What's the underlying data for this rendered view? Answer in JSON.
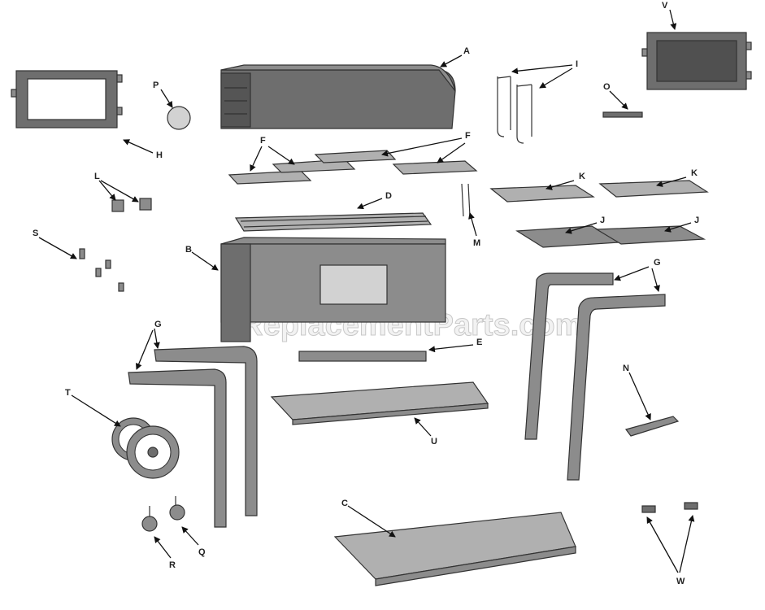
{
  "watermark": "eReplacementParts.com",
  "labels": {
    "A": "A",
    "B": "B",
    "C": "C",
    "D": "D",
    "E": "E",
    "F1": "F",
    "F2": "F",
    "G1": "G",
    "G2": "G",
    "H": "H",
    "I": "I",
    "J1": "J",
    "J2": "J",
    "K1": "K",
    "K2": "K",
    "L": "L",
    "M": "M",
    "N": "N",
    "O": "O",
    "P": "P",
    "Q": "Q",
    "R": "R",
    "S": "S",
    "T": "T",
    "U": "U",
    "V": "V",
    "W": "W"
  },
  "colors": {
    "part_dark": "#6e6e6e",
    "part_mid": "#8c8c8c",
    "part_light": "#b0b0b0",
    "line": "#111111"
  }
}
